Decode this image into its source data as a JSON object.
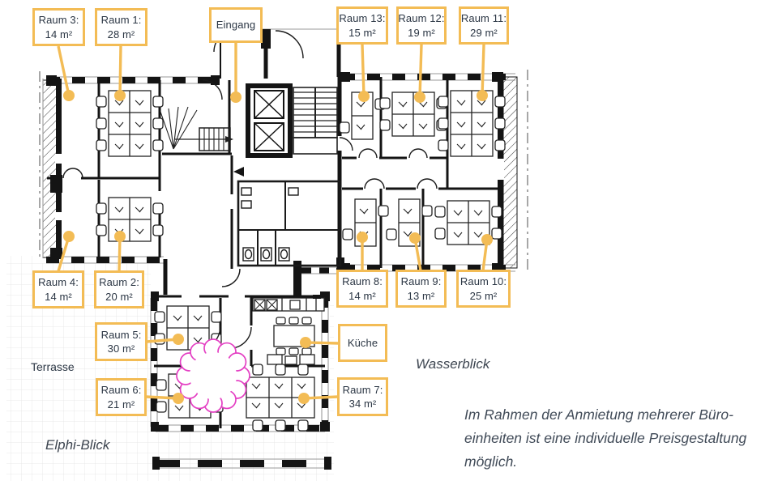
{
  "page": {
    "background": "#ffffff"
  },
  "colors": {
    "accent": "#F3BC55",
    "label_text": "#2B3644",
    "note_text": "#414B58",
    "tree_outline": "#E43FC3",
    "wall": "#141414"
  },
  "labels": [
    {
      "id": "raum3",
      "title": "Raum 3:",
      "area": "14 m²"
    },
    {
      "id": "raum1",
      "title": "Raum 1:",
      "area": "28 m²"
    },
    {
      "id": "eingang",
      "title": "Eingang",
      "area": null
    },
    {
      "id": "raum13",
      "title": "Raum 13:",
      "area": "15 m²"
    },
    {
      "id": "raum12",
      "title": "Raum 12:",
      "area": "19 m²"
    },
    {
      "id": "raum11",
      "title": "Raum 11:",
      "area": "29 m²"
    },
    {
      "id": "raum4",
      "title": "Raum 4:",
      "area": "14 m²"
    },
    {
      "id": "raum2",
      "title": "Raum 2:",
      "area": "20 m²"
    },
    {
      "id": "raum8",
      "title": "Raum 8:",
      "area": "14 m²"
    },
    {
      "id": "raum9",
      "title": "Raum 9:",
      "area": "13 m²"
    },
    {
      "id": "raum10",
      "title": "Raum 10:",
      "area": "25 m²"
    },
    {
      "id": "raum5",
      "title": "Raum 5:",
      "area": "30 m²"
    },
    {
      "id": "raum6",
      "title": "Raum 6:",
      "area": "21 m²"
    },
    {
      "id": "kueche",
      "title": "Küche",
      "area": null
    },
    {
      "id": "raum7",
      "title": "Raum 7:",
      "area": "34 m²"
    }
  ],
  "texts": {
    "terrasse": "Terrasse",
    "wasserblick": "Wasserblick",
    "elphi_blick": "Elphi-Blick"
  },
  "note": {
    "lines": [
      "Im Rahmen der Anmietung mehrerer Büro-",
      "einheiten ist eine individuelle Preisgestaltung",
      "möglich."
    ]
  }
}
